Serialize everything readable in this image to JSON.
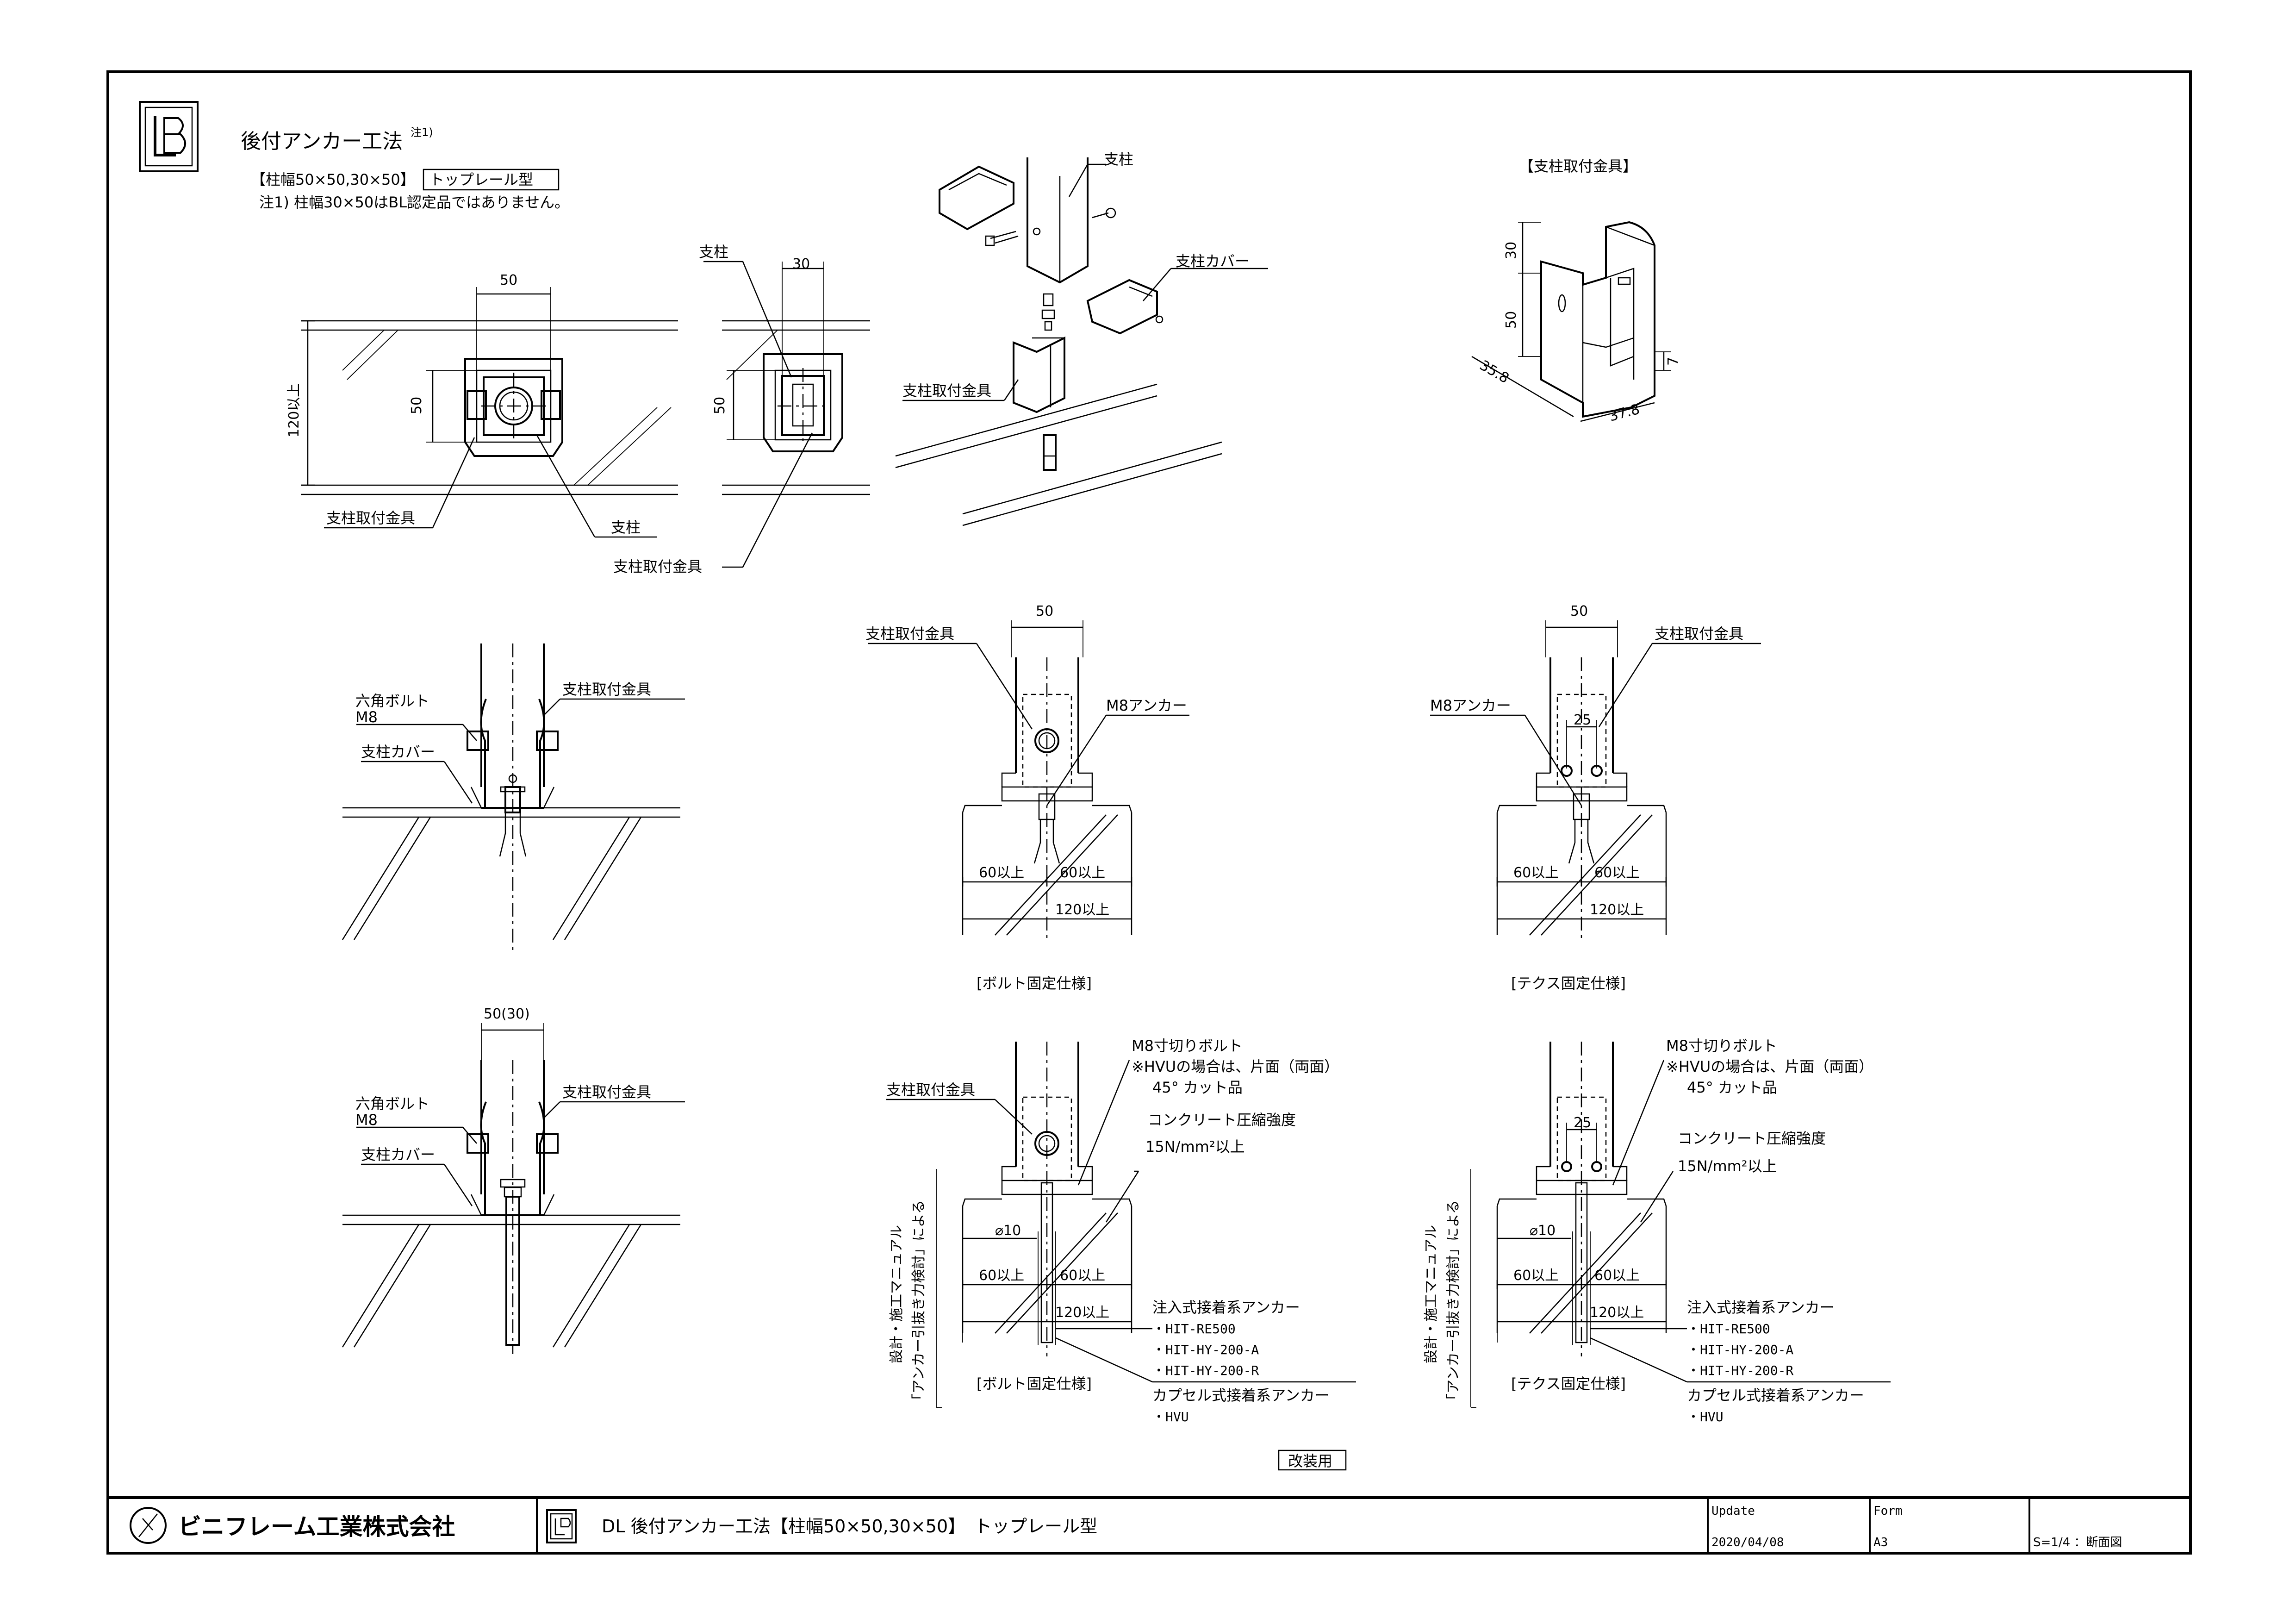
{
  "title": {
    "main": "後付アンカー工法",
    "note_mark": "注1)",
    "spec_bracket": "【柱幅50×50,30×50】",
    "spec_type_box": "トップレール型",
    "note_line": "注1) 柱幅30×50はBL認定品ではありません。"
  },
  "plan_views": {
    "left": {
      "width_dim": "50",
      "height_dim": "50",
      "overall_dim": "120以上",
      "label_bracket": "支柱取付金具",
      "label_post": "支柱"
    },
    "right": {
      "width_dim": "30",
      "height_dim": "50",
      "label_post": "支柱",
      "label_bracket": "支柱取付金具"
    }
  },
  "iso_view": {
    "label_post": "支柱",
    "label_cover": "支柱カバー",
    "label_bracket": "支柱取付金具"
  },
  "bracket_detail": {
    "title": "【支柱取付金具】",
    "dims": [
      "30",
      "50",
      "7",
      "35.8",
      "37.8"
    ]
  },
  "side_section_top": {
    "label_bolt": "六角ボルト",
    "label_bolt_size": "M8",
    "label_cover": "支柱カバー",
    "label_bracket": "支柱取付金具"
  },
  "side_section_bottom": {
    "width_dim": "50(30)",
    "label_bolt": "六角ボルト",
    "label_bolt_size": "M8",
    "label_cover": "支柱カバー",
    "label_bracket": "支柱取付金具"
  },
  "bolt_fix_top": {
    "width_dim": "50",
    "label_bracket": "支柱取付金具",
    "label_anchor": "M8アンカー",
    "dim_left": "60以上",
    "dim_right": "60以上",
    "dim_total": "120以上",
    "caption": "[ボルト固定仕様]"
  },
  "tex_fix_top": {
    "width_dim": "50",
    "label_bracket": "支柱取付金具",
    "label_anchor": "M8アンカー",
    "pitch": "25",
    "dim_left": "60以上",
    "dim_right": "60以上",
    "dim_total": "120以上",
    "caption": "[テクス固定仕様]"
  },
  "bolt_fix_bottom": {
    "label_bracket": "支柱取付金具",
    "label_bolt": "M8寸切りボルト",
    "note_hvu": "※HVUの場合は、片面（両面）",
    "note_cut": "45° カット品",
    "concrete": "コンクリート圧縮強度",
    "strength": "15N/mm²以上",
    "dia": "⌀10",
    "dim_left": "60以上",
    "dim_right": "60以上",
    "dim_total": "120以上",
    "vertical_note_1": "設計・施工マニュアル",
    "vertical_note_2": "「アンカー引抜き力検討」による",
    "anchor_type_1": "注入式接着系アンカー",
    "anchor_items_1": [
      "・HIT-RE500",
      "・HIT-HY-200-A",
      "・HIT-HY-200-R"
    ],
    "anchor_type_2": "カプセル式接着系アンカー",
    "anchor_items_2": [
      "・HVU"
    ],
    "caption": "[ボルト固定仕様]"
  },
  "tex_fix_bottom": {
    "label_bolt": "M8寸切りボルト",
    "note_hvu": "※HVUの場合は、片面（両面）",
    "note_cut": "45° カット品",
    "pitch": "25",
    "concrete": "コンクリート圧縮強度",
    "strength": "15N/mm²以上",
    "dia": "⌀10",
    "dim_left": "60以上",
    "dim_right": "60以上",
    "dim_total": "120以上",
    "vertical_note_1": "設計・施工マニュアル",
    "vertical_note_2": "「アンカー引抜き力検討」による",
    "anchor_type_1": "注入式接着系アンカー",
    "anchor_items_1": [
      "・HIT-RE500",
      "・HIT-HY-200-A",
      "・HIT-HY-200-R"
    ],
    "anchor_type_2": "カプセル式接着系アンカー",
    "anchor_items_2": [
      "・HVU"
    ],
    "caption": "[テクス固定仕様]"
  },
  "revision_box": "改装用",
  "title_block": {
    "company": "ビニフレーム工業株式会社",
    "drawing_title": "DL 後付アンカー工法【柱幅50×50,30×50】　トップレール型",
    "update_label": "Update",
    "update_value": "2020/04/08",
    "form_label": "Form",
    "form_value": "A3",
    "scale": "S=1/4 ：断面図"
  }
}
